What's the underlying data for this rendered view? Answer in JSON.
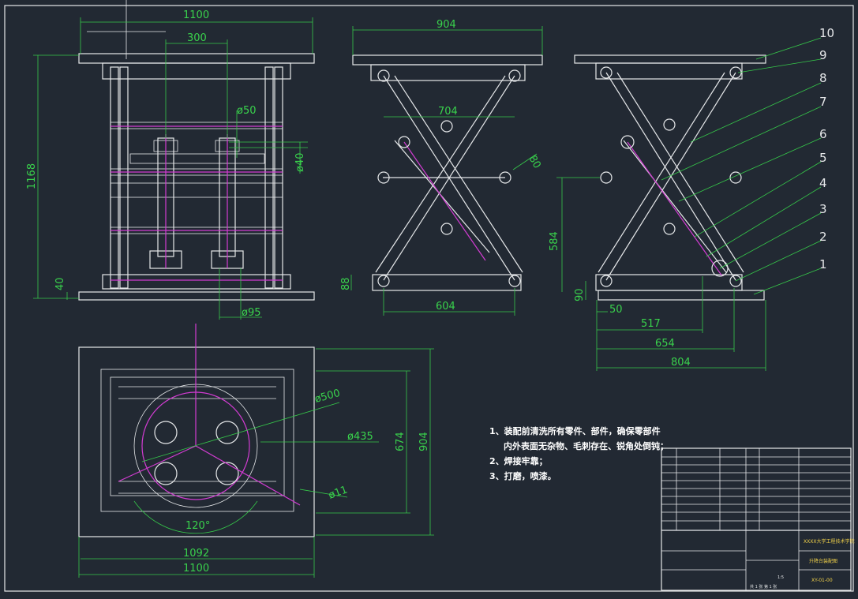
{
  "dimensions": {
    "front_top_width": "1100",
    "front_spacing": "300",
    "front_rod_dia": "ø50",
    "front_bore": "ø40",
    "front_height": "1168",
    "front_base_thk": "40",
    "front_pin_dia": "ø95",
    "side_top_width": "904",
    "side_mid_width": "704",
    "side_angle_dim": "80",
    "side_base_thk": "88",
    "side_base_width": "604",
    "right_height": "584",
    "right_base_h": "90",
    "right_offset": "50",
    "right_dim_517": "517",
    "right_dim_654": "654",
    "right_dim_804": "804",
    "plan_dia_500": "ø500",
    "plan_dia_435": "ø435",
    "plan_dim_674": "674",
    "plan_dim_904": "904",
    "plan_dia_11": "ø11",
    "plan_angle": "120°",
    "plan_width_1092": "1092",
    "plan_width_1100": "1100"
  },
  "balloons": [
    "10",
    "9",
    "8",
    "7",
    "6",
    "5",
    "4",
    "3",
    "2",
    "1"
  ],
  "notes": [
    "1、装配前清洗所有零件、部件，确保零部件",
    "内外表面无杂物、毛刺存在、锐角处倒钝；",
    "2、焊接牢靠；",
    "3、打磨，喷漆。"
  ],
  "title_block": {
    "company": "XXXX大学工程技术学院",
    "drawing_name": "升降台装配图",
    "drawing_no": "XY-01-00",
    "scale": "1:5",
    "sheet": "共 1 张 第 1 张"
  }
}
